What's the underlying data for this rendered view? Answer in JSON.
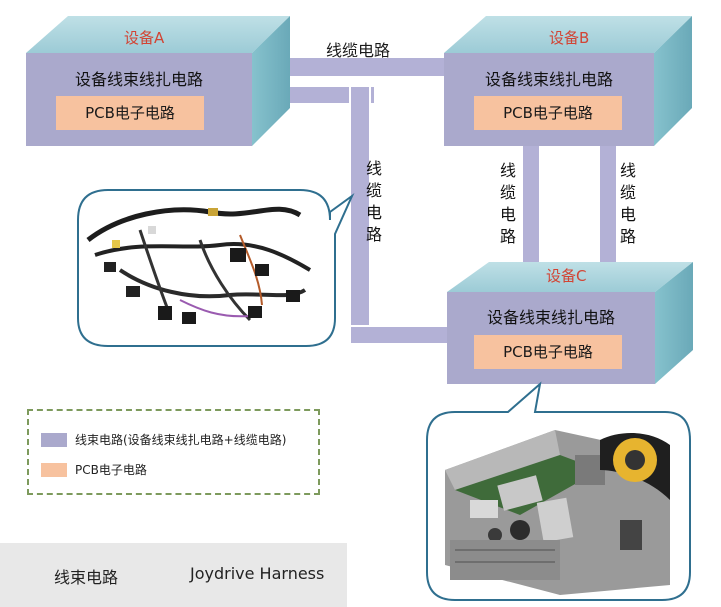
{
  "colors": {
    "box_front": "#aaa9cc",
    "box_top": "#a9d3dc",
    "box_side": "#7fbcc9",
    "cable": "#b3b1d6",
    "cable_edge": "#ffffff",
    "pcb": "#f7c29f",
    "device_title": "#d24434",
    "legend_border": "#7d9a5c",
    "footer_bg": "#e8e8e8",
    "arrow": "#2e8a3e"
  },
  "devices": {
    "a": {
      "title": "设备A",
      "harness": "设备线束线扎电路",
      "pcb": "PCB电子电路"
    },
    "b": {
      "title": "设备B",
      "harness": "设备线束线扎电路",
      "pcb": "PCB电子电路"
    },
    "c": {
      "title": "设备C",
      "harness": "设备线束线扎电路",
      "pcb": "PCB电子电路"
    }
  },
  "cable_labels": {
    "top": "线缆电路",
    "mid_vertical": [
      "线",
      "缆",
      "电",
      "路"
    ],
    "b_c_left": [
      "线",
      "缆",
      "电",
      "路"
    ],
    "b_c_right": [
      "线",
      "缆",
      "电",
      "路"
    ]
  },
  "legend": {
    "item1": "线束电路(设备线束线扎电路+线缆电路)",
    "item2": "PCB电子电路"
  },
  "footer": {
    "left_text": "线束电路",
    "right_text": "Joydrive Harness",
    "icon": "refresh-icon",
    "arrow": "double-arrow-icon"
  },
  "images": {
    "harness_photo": "wire-harness-photo",
    "pcb_photo": "power-supply-pcb-photo"
  }
}
